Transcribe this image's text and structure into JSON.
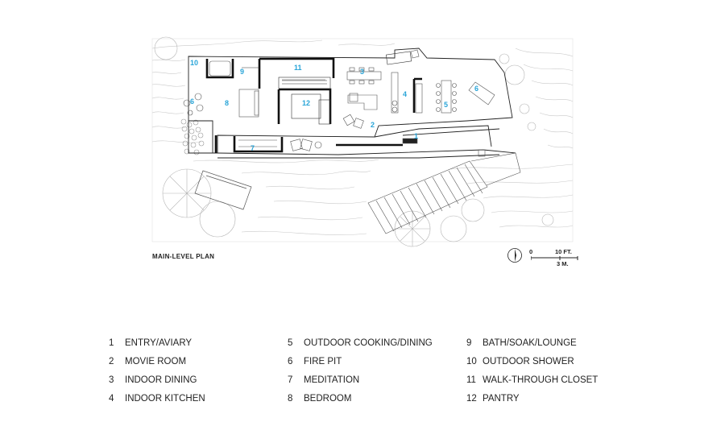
{
  "plan": {
    "title": "MAIN-LEVEL PLAN",
    "room_numbers": [
      "1",
      "2",
      "3",
      "4",
      "5",
      "6",
      "6",
      "7",
      "8",
      "9",
      "10",
      "11",
      "12"
    ],
    "accent_color": "#2aa5d8",
    "line_color": "#222222"
  },
  "scale_bar": {
    "zero": "0",
    "feet": "10 FT.",
    "meters": "3 M."
  },
  "legend": [
    {
      "num": "1",
      "label": "ENTRY/AVIARY"
    },
    {
      "num": "2",
      "label": "MOVIE ROOM"
    },
    {
      "num": "3",
      "label": "INDOOR DINING"
    },
    {
      "num": "4",
      "label": "INDOOR KITCHEN"
    },
    {
      "num": "5",
      "label": "OUTDOOR COOKING/DINING"
    },
    {
      "num": "6",
      "label": "FIRE PIT"
    },
    {
      "num": "7",
      "label": "MEDITATION"
    },
    {
      "num": "8",
      "label": "BEDROOM"
    },
    {
      "num": "9",
      "label": "BATH/SOAK/LOUNGE"
    },
    {
      "num": "10",
      "label": "OUTDOOR SHOWER"
    },
    {
      "num": "11",
      "label": "WALK-THROUGH CLOSET"
    },
    {
      "num": "12",
      "label": "PANTRY"
    }
  ]
}
